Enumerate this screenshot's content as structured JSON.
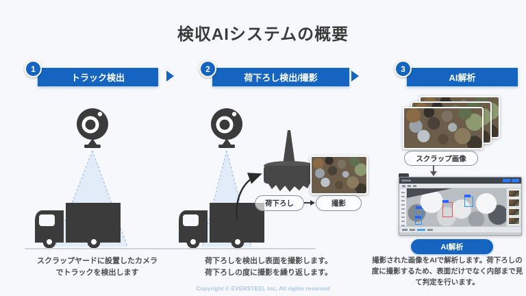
{
  "slide": {
    "title": "検収AIシステムの概要",
    "copyright": "Copyright © EVERSTEEL Inc, All rights reserved",
    "accent_color": "#1565c0",
    "background_color": "#f7f8fb"
  },
  "steps": [
    {
      "number": "1",
      "label": "トラック検出",
      "caption_line1": "スクラップヤードに設置したカメラ",
      "caption_line2": "でトラックを検出します",
      "icons": [
        "webcam-icon",
        "camera-view-cone",
        "truck-icon"
      ]
    },
    {
      "number": "2",
      "label": "荷下ろし検出/撮影",
      "pill_unload": "荷下ろし",
      "pill_shoot": "撮影",
      "caption_line1": "荷下ろしを検出し表面を撮影します。",
      "caption_line2": "荷下ろしの度に撮影を繰り返します。",
      "icons": [
        "webcam-icon",
        "camera-view-cone",
        "truck-icon",
        "lifting-magnet-icon",
        "scrap-photo"
      ]
    },
    {
      "number": "3",
      "label": "AI解析",
      "pill_scrap_images": "スクラップ画像",
      "button_ai": "AI解析",
      "caption": "撮影された画像をAIで解析します。荷下ろしの度に撮影するため、表面だけでなく内部まで見て判定を行います。",
      "icons": [
        "scrap-photo-stack",
        "ai-analysis-screenshot"
      ]
    }
  ]
}
